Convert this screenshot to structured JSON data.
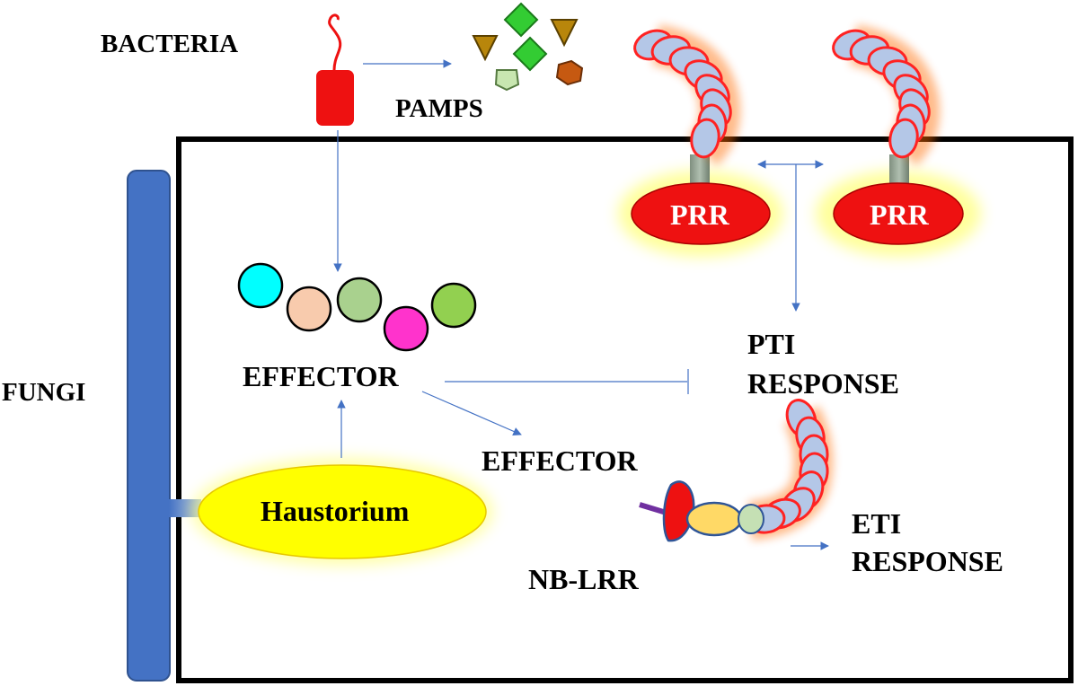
{
  "labels": {
    "bacteria": "BACTERIA",
    "pamps": "PAMPS",
    "fungi": "FUNGI",
    "effector_top": "EFFECTOR",
    "effector_mid": "EFFECTOR",
    "haustorium": "Haustorium",
    "prr_left": "PRR",
    "prr_right": "PRR",
    "pti_line1": "PTI",
    "pti_line2": "RESPONSE",
    "eti_line1": "ETI",
    "eti_line2": "RESPONSE",
    "nblrr": "NB-LRR"
  },
  "colors": {
    "cell_border": "#000000",
    "fungal_hypha": "#4472c4",
    "bacterium": "#ee1111",
    "prr": "#ee1111",
    "prr_glow": "#ffff66",
    "lrr_bead": "#b4c7e7",
    "lrr_bead_outline": "#ff2222",
    "haustorium": "#ffff00",
    "arrow": "#4472c4"
  },
  "effector_colors": [
    "#00ffff",
    "#f8cbad",
    "#a9d18e",
    "#ff33cc",
    "#92d050"
  ]
}
